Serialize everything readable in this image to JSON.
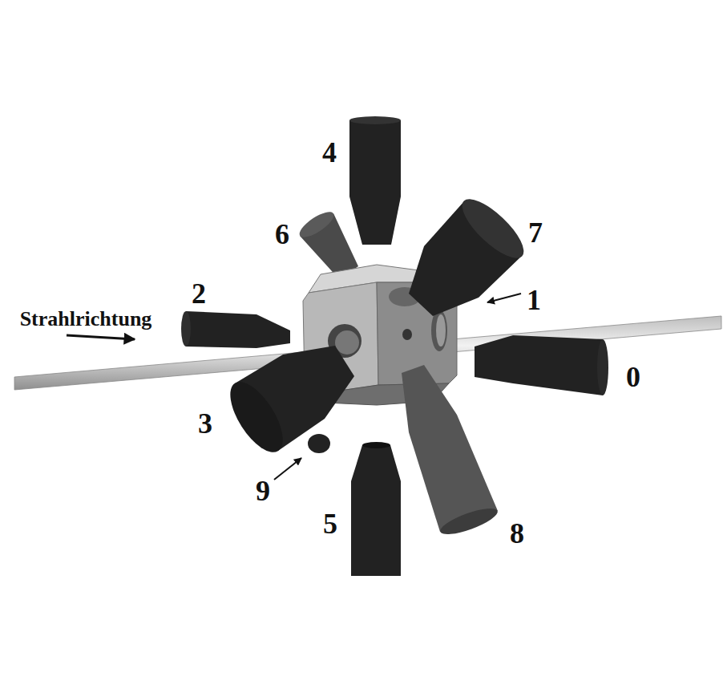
{
  "diagram": {
    "labels": [
      "4",
      "6",
      "7",
      "2",
      "Strahlrichtung",
      "1",
      "0",
      "3",
      "9",
      "5",
      "8"
    ]
  }
}
